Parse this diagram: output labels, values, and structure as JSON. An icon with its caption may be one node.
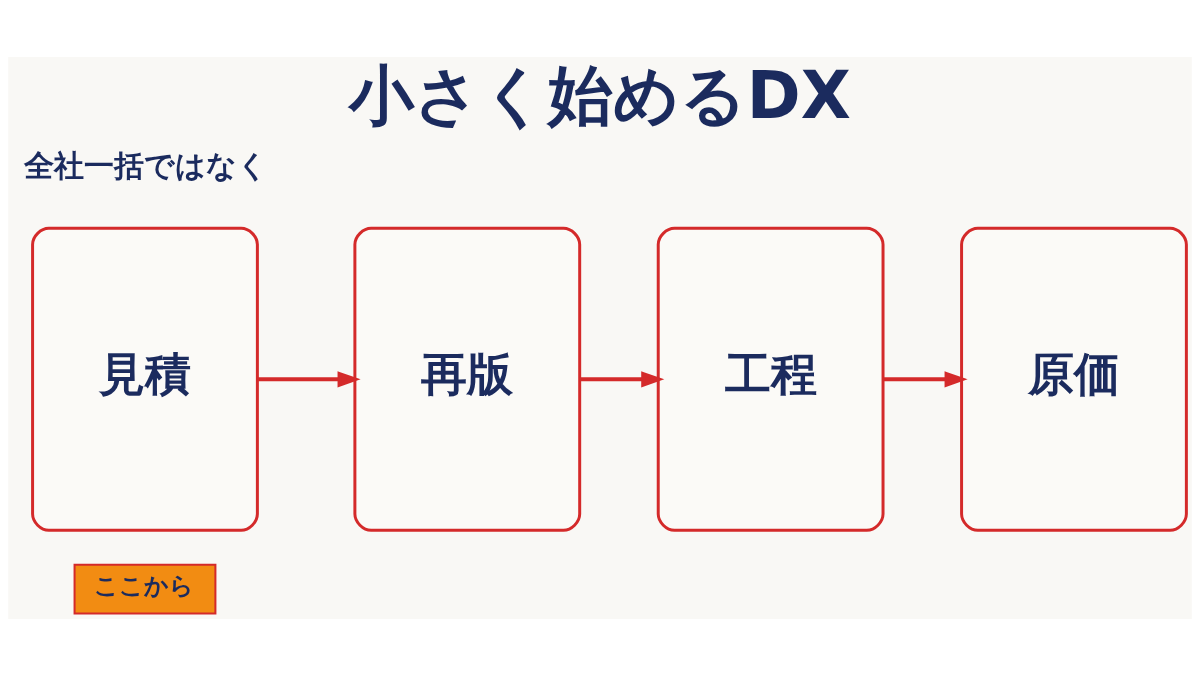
{
  "diagram": {
    "title": "小さく始めるDX",
    "nodes": [
      {
        "text": [
          "見積"
        ]
      },
      {
        "text": [
          "再版"
        ]
      },
      {
        "text": [
          "工程"
        ]
      },
      {
        "text": [
          "原価"
        ]
      },
      {
        "text": [
          "ここから"
        ]
      }
    ],
    "edges": [
      {
        "from": 0,
        "to": 1,
        "arrow": "to"
      },
      {
        "from": 1,
        "to": 2,
        "arrow": "to"
      },
      {
        "from": 2,
        "to": 3,
        "arrow": "to"
      }
    ],
    "labels": [
      "全社一括ではなく"
    ]
  }
}
